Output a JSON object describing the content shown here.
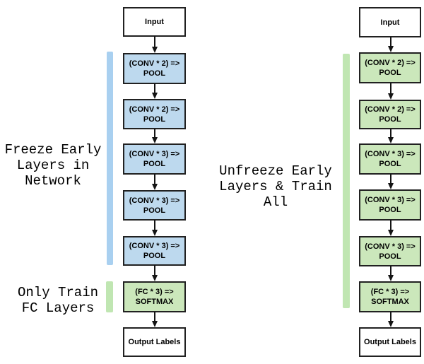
{
  "colors": {
    "frozen_fill": "#BDD9EE",
    "frozen_bar": "#A9D0F0",
    "train_fill": "#CBE7BB",
    "train_bar": "#C0E6B2",
    "box_border": "#212121",
    "arrow": "#141414"
  },
  "left_column": {
    "boxes": [
      {
        "text": "Input"
      },
      {
        "text": "(CONV * 2) =>\nPOOL"
      },
      {
        "text": "(CONV * 2) =>\nPOOL"
      },
      {
        "text": "(CONV * 3) =>\nPOOL"
      },
      {
        "text": "(CONV * 3) =>\nPOOL"
      },
      {
        "text": "(CONV * 3) =>\nPOOL"
      },
      {
        "text": "(FC * 3) =>\nSOFTMAX"
      },
      {
        "text": "Output Labels"
      }
    ]
  },
  "right_column": {
    "boxes": [
      {
        "text": "Input"
      },
      {
        "text": "(CONV * 2) =>\nPOOL"
      },
      {
        "text": "(CONV * 2) =>\nPOOL"
      },
      {
        "text": "(CONV * 3) =>\nPOOL"
      },
      {
        "text": "(CONV * 3) =>\nPOOL"
      },
      {
        "text": "(CONV * 3) =>\nPOOL"
      },
      {
        "text": "(FC * 3) =>\nSOFTMAX"
      },
      {
        "text": "Output Labels"
      }
    ]
  },
  "annotations": {
    "freeze": "Freeze Early\nLayers in\nNetwork",
    "only_train": "Only Train\nFC Layers",
    "unfreeze": "Unfreeze Early\nLayers & Train\nAll"
  }
}
